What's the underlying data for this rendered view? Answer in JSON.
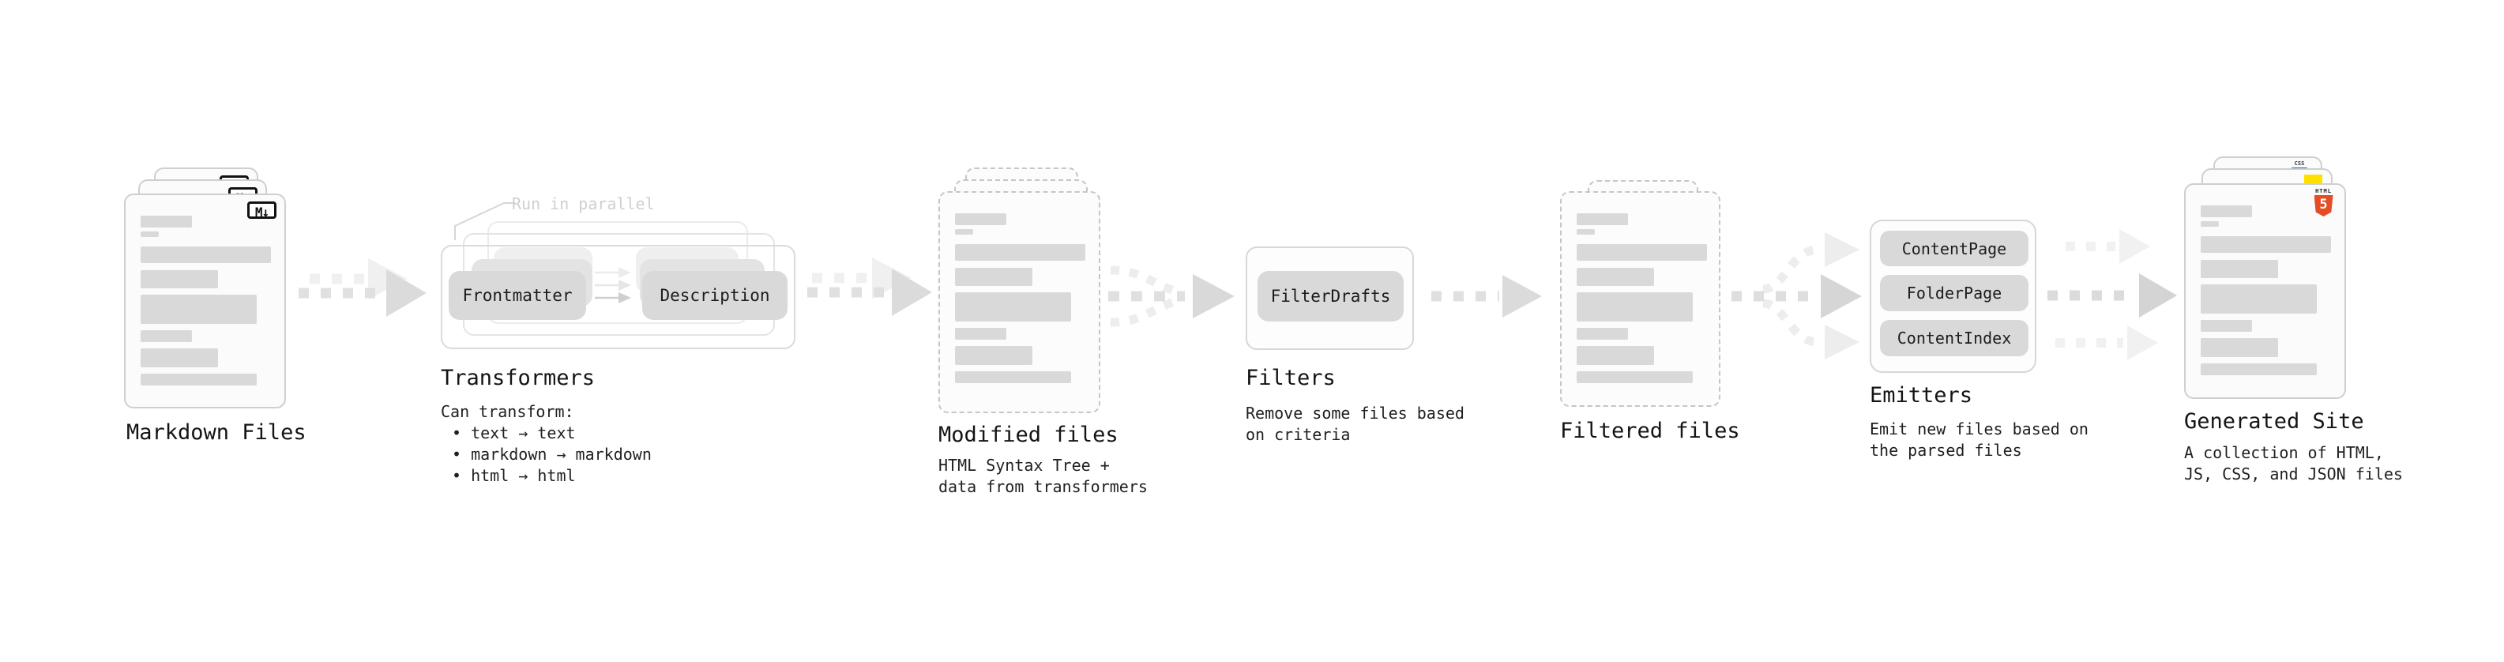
{
  "diagram": {
    "markdown": {
      "title": "Markdown Files",
      "badge": "M↓"
    },
    "transformers": {
      "callout": "Run in parallel",
      "pill_left": "Frontmatter",
      "pill_right": "Description",
      "title": "Transformers",
      "intro": "Can transform:",
      "bullets": [
        "• text → text",
        "• markdown → markdown",
        "• html → html"
      ]
    },
    "modified_files": {
      "title": "Modified files",
      "description": "HTML Syntax Tree +\ndata from transformers"
    },
    "filters": {
      "pill": "FilterDrafts",
      "title": "Filters",
      "description": "Remove some files based\non criteria"
    },
    "filtered_files": {
      "title": "Filtered files"
    },
    "emitters": {
      "pills": [
        "ContentPage",
        "FolderPage",
        "ContentIndex"
      ],
      "title": "Emitters",
      "description": "Emit new files based on\nthe parsed files"
    },
    "generated_site": {
      "title": "Generated Site",
      "description": "A collection of HTML,\nJS, CSS, and JSON files",
      "css_badge": "CSS",
      "html_badge_top": "HTML",
      "html_badge_number": "5"
    }
  },
  "colors": {
    "html5_orange": "#e44d26",
    "js_yellow": "#ffe000",
    "css_blue": "#2a65e8",
    "skeleton_gray": "#d9d9d9",
    "pill_gray": "#d9d9d9",
    "arrow_gray": "#e0e0e0",
    "light_gray_text": "#cfcfcf"
  }
}
